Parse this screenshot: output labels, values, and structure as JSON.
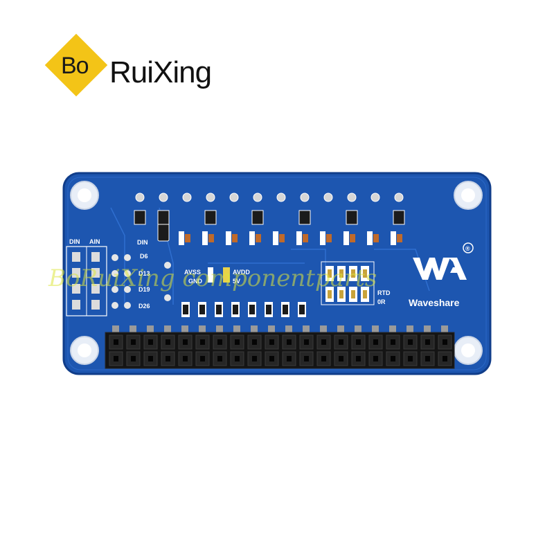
{
  "logo": {
    "prefix": "Bo",
    "name": "RuiXing"
  },
  "board": {
    "brand": "Waveshare",
    "registered_mark": "®",
    "header_labels": {
      "din": "DIN",
      "ain": "AIN"
    },
    "pin_labels": [
      "DIN",
      "D6",
      "D13",
      "D19",
      "D26"
    ],
    "power_labels": {
      "avss": "AVSS",
      "avdd": "AVDD",
      "gnd": "GND",
      "five_v": "5V"
    },
    "rtd_labels": {
      "rtd": "RTD",
      "zero_r": "0R"
    },
    "colors": {
      "pcb": "#1d56b0",
      "pcb_edge": "#103d8a",
      "silkscreen": "#ffffff",
      "header": "#141414"
    }
  },
  "watermark": "BoRuiXing componentparts"
}
